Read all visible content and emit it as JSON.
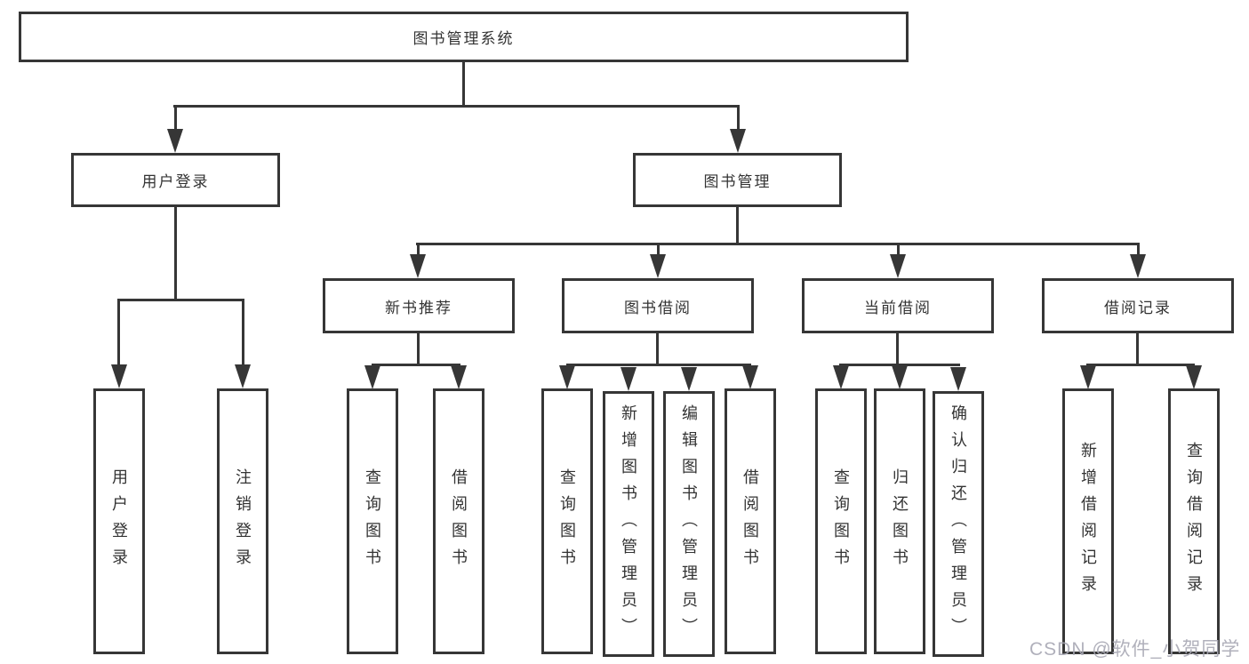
{
  "diagram": {
    "type": "tree",
    "root": {
      "label": "图书管理系统"
    },
    "level2": {
      "user_login": {
        "label": "用户登录",
        "parent": "图书管理系统"
      },
      "book_management": {
        "label": "图书管理",
        "parent": "图书管理系统"
      }
    },
    "level3": {
      "new_book_recommend": {
        "label": "新书推荐",
        "parent": "图书管理"
      },
      "book_borrowing": {
        "label": "图书借阅",
        "parent": "图书管理"
      },
      "current_borrowing": {
        "label": "当前借阅",
        "parent": "图书管理"
      },
      "borrowing_records": {
        "label": "借阅记录",
        "parent": "图书管理"
      }
    },
    "leaves": {
      "user_login": {
        "label": "用户登录",
        "parent": "用户登录"
      },
      "logout": {
        "label": "注销登录",
        "parent": "用户登录"
      },
      "query_book_recommend": {
        "label": "查询图书",
        "parent": "新书推荐"
      },
      "borrow_book_recommend": {
        "label": "借阅图书",
        "parent": "新书推荐"
      },
      "query_book_borrowing": {
        "label": "查询图书",
        "parent": "图书借阅"
      },
      "add_book_admin": {
        "label": "新增图书（管理员）",
        "parent": "图书借阅"
      },
      "edit_book_admin": {
        "label": "编辑图书（管理员）",
        "parent": "图书借阅"
      },
      "borrow_book_borrowing": {
        "label": "借阅图书",
        "parent": "图书借阅"
      },
      "query_book_current": {
        "label": "查询图书",
        "parent": "当前借阅"
      },
      "return_book": {
        "label": "归还图书",
        "parent": "当前借阅"
      },
      "confirm_return_admin": {
        "label": "确认归还（管理员）",
        "parent": "当前借阅"
      },
      "add_borrow_record": {
        "label": "新增借阅记录",
        "parent": "借阅记录"
      },
      "query_borrow_record": {
        "label": "查询借阅记录",
        "parent": "借阅记录"
      }
    },
    "watermark": "CSDN @软件_小贺同学",
    "colors": {
      "line": "#363636",
      "text": "#333333",
      "background": "#ffffff",
      "watermark": "#a8a8b4"
    }
  }
}
